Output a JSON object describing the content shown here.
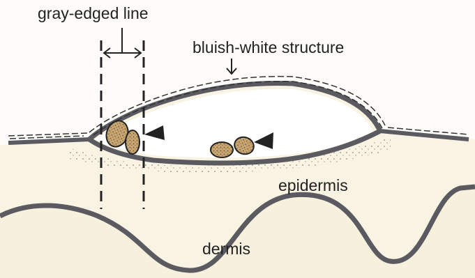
{
  "labels": {
    "gray_edged_line": "gray-edged line",
    "bluish_white_structure": "bluish-white structure",
    "epidermis": "epidermis",
    "dermis": "dermis"
  },
  "colors": {
    "background": "#fdfcf8",
    "epidermis_fill": "#f8f3e3",
    "dermis_fill": "#f6f0dc",
    "outline": "#5a5a60",
    "dark": "#222222",
    "egg_fill": "#c9a774"
  }
}
